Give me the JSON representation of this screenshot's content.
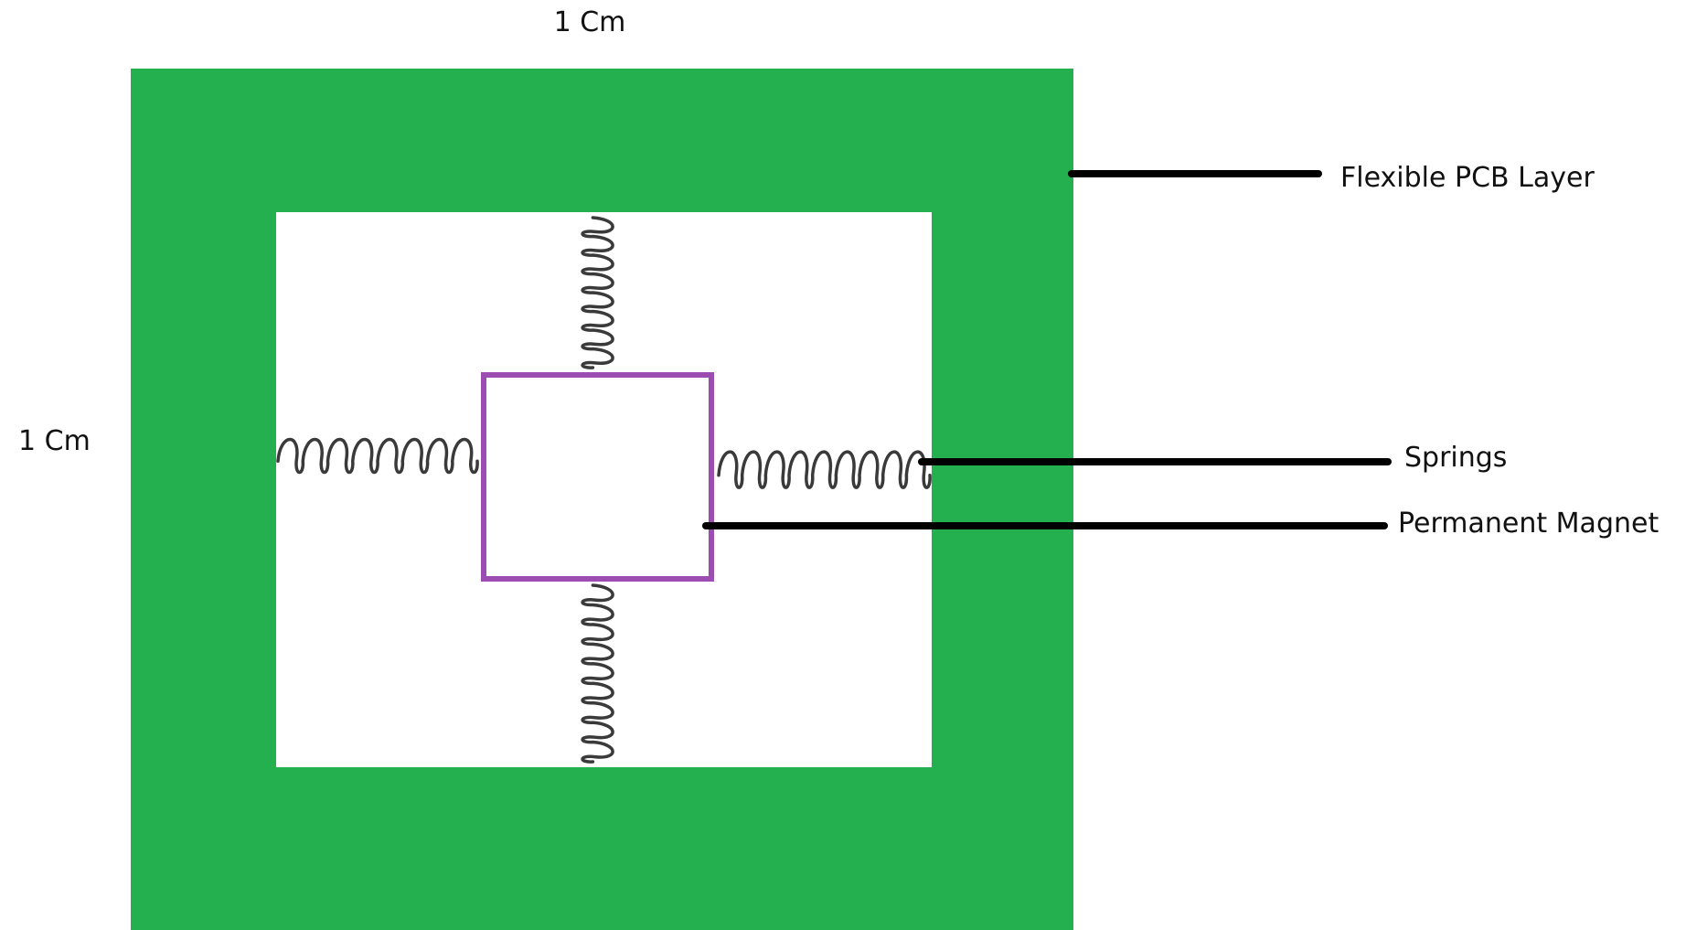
{
  "dimensions": {
    "top": "1 Cm",
    "left": "1 Cm"
  },
  "labels": {
    "pcb_layer": "Flexible PCB Layer",
    "springs": "Springs",
    "magnet": "Permanent Magnet"
  },
  "colors": {
    "pcb": "#25b04f",
    "magnet_outline": "#9b4db1",
    "spring": "#3a3a3a",
    "leader": "#000000",
    "cavity": "#ffffff"
  },
  "components": [
    {
      "name": "flexible-pcb-layer",
      "shape": "square frame"
    },
    {
      "name": "cavity",
      "shape": "white square opening"
    },
    {
      "name": "permanent-magnet",
      "shape": "square outline"
    },
    {
      "name": "spring",
      "count": 4,
      "directions": [
        "top",
        "bottom",
        "left",
        "right"
      ]
    }
  ]
}
